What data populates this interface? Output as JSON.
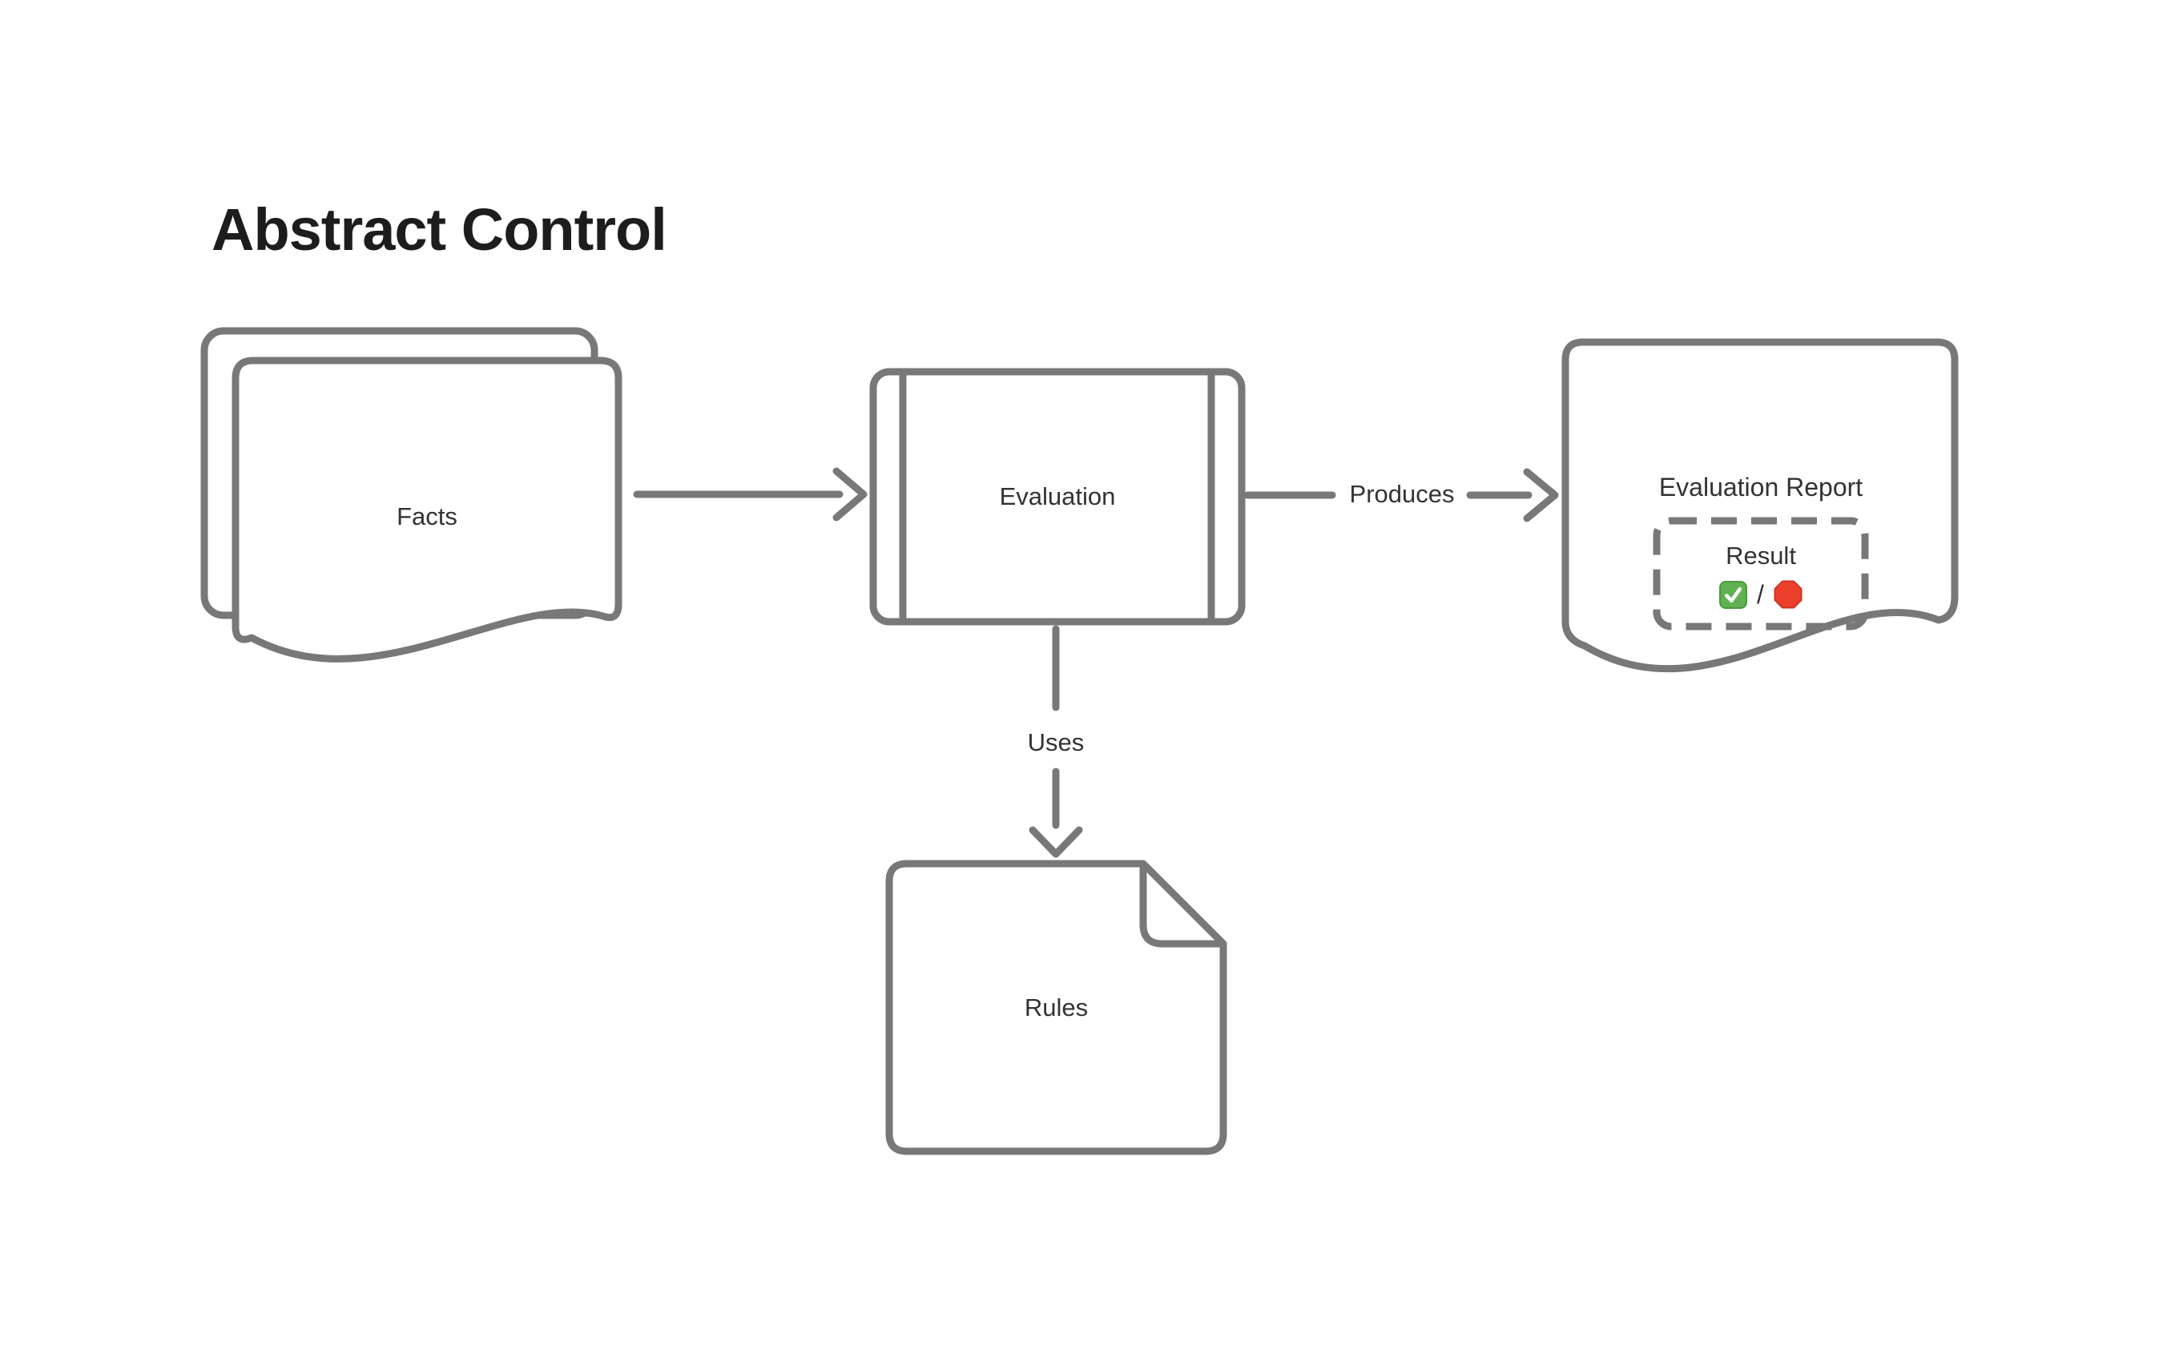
{
  "title": "Abstract Control",
  "colors": {
    "canvas_bg": "#ffffff",
    "stroke": "#787878",
    "label_text": "#333333",
    "title_text": "#1d1d1f",
    "check_green": "#5fb151",
    "check_mark": "#ffffff",
    "stop_red": "#ec402d"
  },
  "nodes": {
    "facts": {
      "label": "Facts",
      "shape": "stacked-documents"
    },
    "evaluation": {
      "label": "Evaluation",
      "shape": "predefined-process"
    },
    "report": {
      "label": "Evaluation Report",
      "shape": "document"
    },
    "result": {
      "label": "Result",
      "separator": "/",
      "icons": [
        {
          "name": "check-icon"
        },
        {
          "name": "stop-icon"
        }
      ]
    },
    "rules": {
      "label": "Rules",
      "shape": "note-folded-corner"
    }
  },
  "edges": {
    "facts_to_evaluation": {
      "from": "Facts",
      "to": "Evaluation",
      "label": ""
    },
    "evaluation_to_report": {
      "from": "Evaluation",
      "to": "Evaluation Report",
      "label": "Produces"
    },
    "evaluation_to_rules": {
      "from": "Evaluation",
      "to": "Rules",
      "label": "Uses"
    }
  }
}
